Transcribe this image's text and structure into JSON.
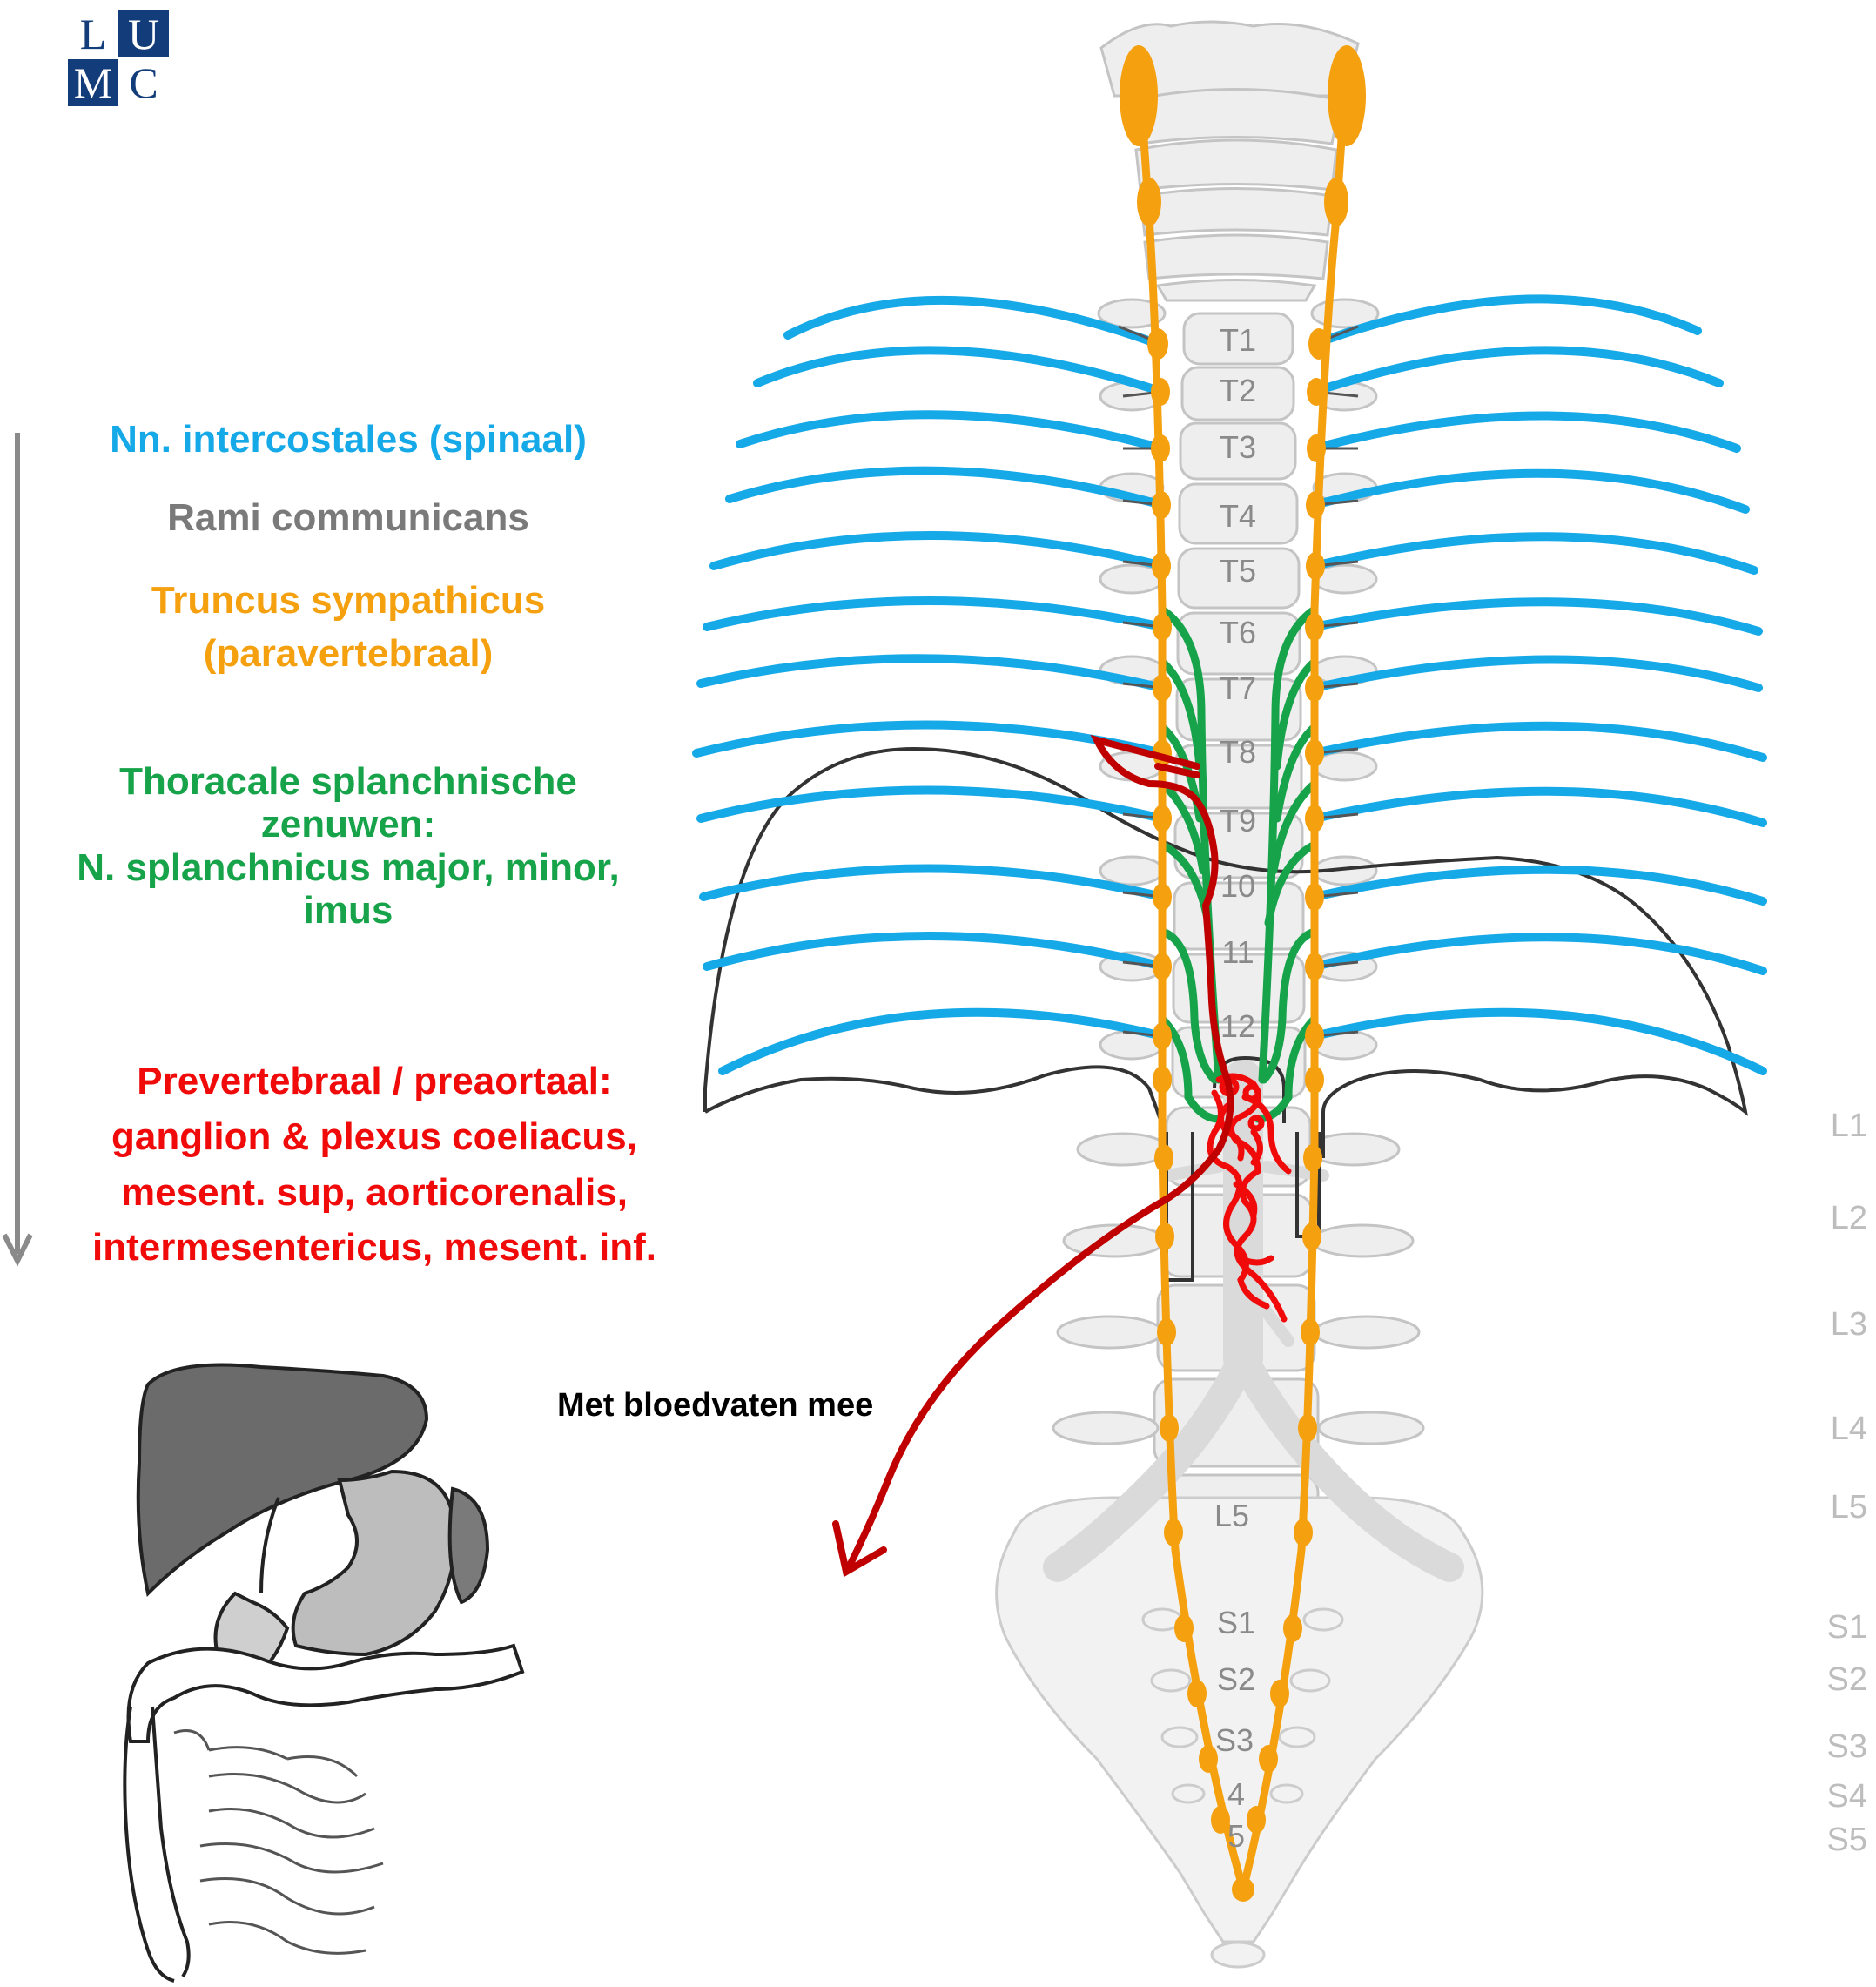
{
  "logo": {
    "letters": [
      "L",
      "U",
      "M",
      "C"
    ]
  },
  "legend": {
    "intercostales": "Nn. intercostales (spinaal)",
    "rami": "Rami communicans",
    "truncus_line1": "Truncus sympathicus",
    "truncus_line2": "(paravertebraal)",
    "splanch_line1": "Thoracale splanchnische",
    "splanch_line2": "zenuwen:",
    "splanch_line3": "N. splanchnicus major, minor,",
    "splanch_line4": "imus",
    "prevert_line1": "Prevertebraal / preaortaal:",
    "prevert_line2": "ganglion & plexus coeliacus,",
    "prevert_line3": "mesent. sup, aorticorenalis,",
    "prevert_line4": "intermesentericus, mesent. inf."
  },
  "arrow_label": "Met bloedvaten mee",
  "vertebra_labels": [
    "T1",
    "T2",
    "T3",
    "T4",
    "T5",
    "T6",
    "T7",
    "T8",
    "T9",
    "10",
    "11",
    "12",
    "L5",
    "S1",
    "S2",
    "S3",
    "4",
    "5"
  ],
  "level_labels": [
    "L1",
    "L2",
    "L3",
    "L4",
    "L5",
    "S1",
    "S2",
    "S3",
    "S4",
    "S5"
  ],
  "colors": {
    "intercostal_nerve": "#16a9e8",
    "rami": "#555555",
    "sympathetic_trunk": "#f5a00f",
    "splanchnic": "#16a34a",
    "plexus": "#f00a0a",
    "vessel_arrow": "#c00000"
  }
}
